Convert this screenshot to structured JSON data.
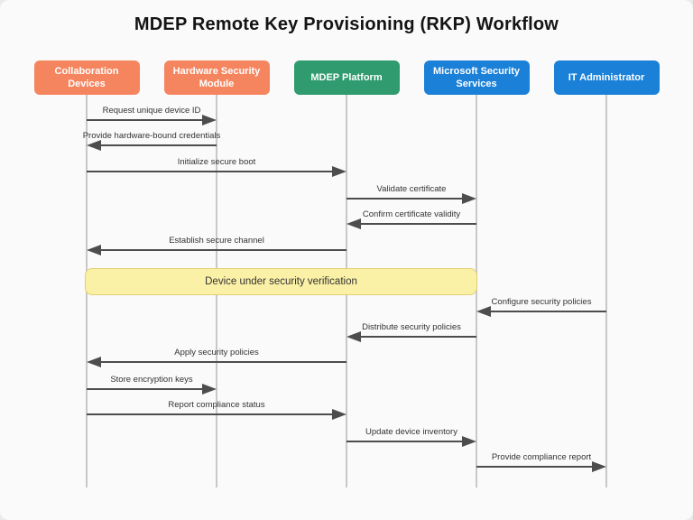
{
  "title": "MDEP Remote Key Provisioning (RKP) Workflow",
  "actors": [
    {
      "id": "collab",
      "label": "Collaboration Devices",
      "color": "#F5855F"
    },
    {
      "id": "hsm",
      "label": "Hardware Security Module",
      "color": "#F5855F"
    },
    {
      "id": "mdep",
      "label": "MDEP Platform",
      "color": "#2F9B6E"
    },
    {
      "id": "mss",
      "label": "Microsoft Security Services",
      "color": "#1A80D8"
    },
    {
      "id": "itadmin",
      "label": "IT Administrator",
      "color": "#1A80D8"
    }
  ],
  "messages": [
    {
      "from": "collab",
      "to": "hsm",
      "label": "Request unique device ID"
    },
    {
      "from": "hsm",
      "to": "collab",
      "label": "Provide hardware-bound credentials"
    },
    {
      "from": "collab",
      "to": "mdep",
      "label": "Initialize secure boot"
    },
    {
      "from": "mdep",
      "to": "mss",
      "label": "Validate certificate"
    },
    {
      "from": "mss",
      "to": "mdep",
      "label": "Confirm certificate validity"
    },
    {
      "from": "mdep",
      "to": "collab",
      "label": "Establish secure channel"
    },
    {
      "from": "itadmin",
      "to": "mss",
      "label": "Configure security policies"
    },
    {
      "from": "mss",
      "to": "mdep",
      "label": "Distribute security policies"
    },
    {
      "from": "mdep",
      "to": "collab",
      "label": "Apply security policies"
    },
    {
      "from": "collab",
      "to": "hsm",
      "label": "Store encryption keys"
    },
    {
      "from": "collab",
      "to": "mdep",
      "label": "Report compliance status"
    },
    {
      "from": "mdep",
      "to": "mss",
      "label": "Update device inventory"
    },
    {
      "from": "mss",
      "to": "itadmin",
      "label": "Provide compliance report"
    }
  ],
  "note": {
    "label": "Device under security verification"
  },
  "colors": {
    "background": "#FAFAFA",
    "actor_orange": "#F5855F",
    "actor_green": "#2F9B6E",
    "actor_blue": "#1A80D8",
    "arrow": "#4D4D4D",
    "lifeline": "#C8C8C8",
    "note_fill": "#FAF0A6",
    "note_border": "#E2D073",
    "label_text": "#333333",
    "title_text": "#141414"
  }
}
